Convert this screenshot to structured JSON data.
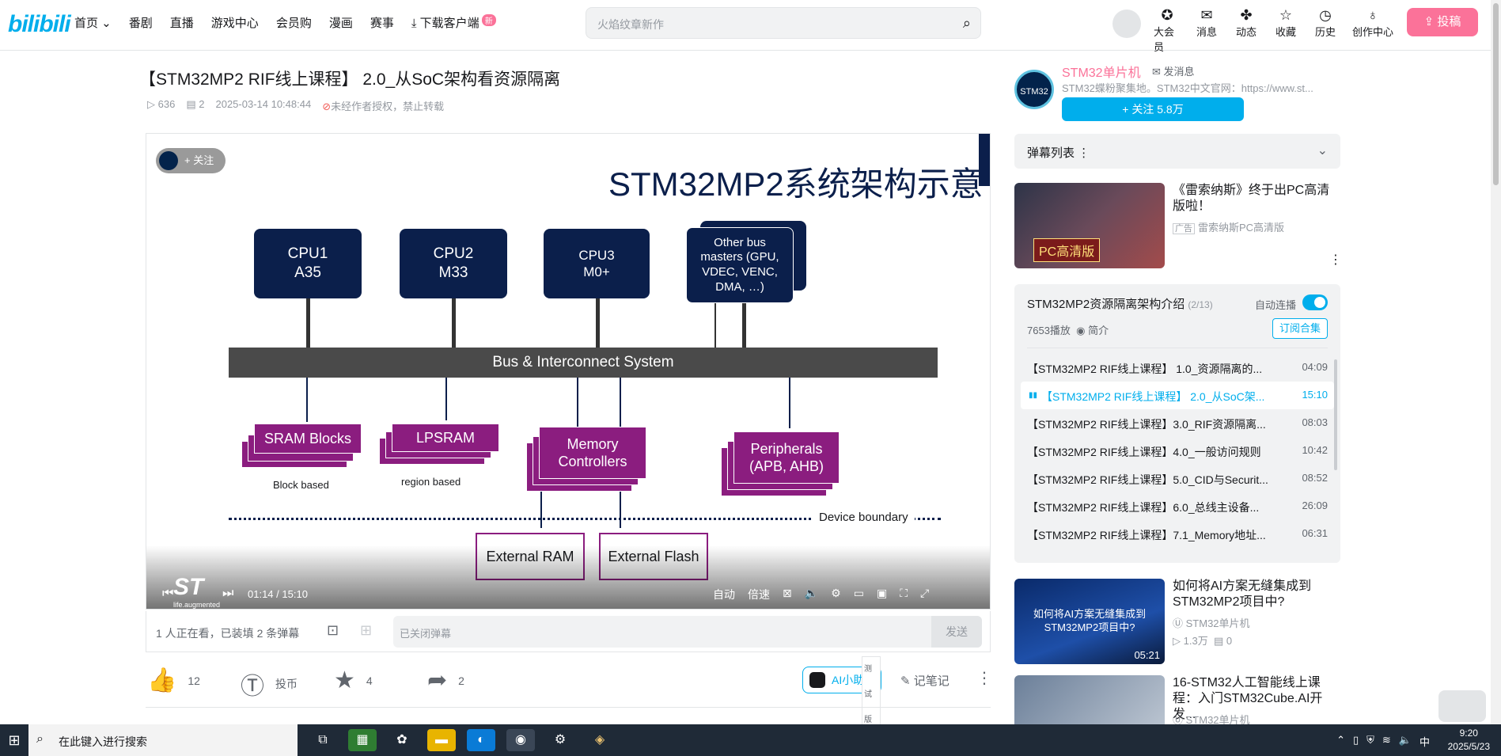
{
  "header": {
    "logo": "bilibili",
    "nav": [
      "首页",
      "番剧",
      "直播",
      "游戏中心",
      "会员购",
      "漫画",
      "赛事",
      "下载客户端"
    ],
    "nav_badge": "新",
    "search_placeholder": "火焰纹章新作",
    "right_nav": [
      "大会员",
      "消息",
      "动态",
      "收藏",
      "历史",
      "创作中心"
    ],
    "upload": "投稿"
  },
  "video": {
    "title": "【STM32MP2 RIF线上课程】 2.0_从SoC架构看资源隔离",
    "views": "636",
    "danmaku_count": "2",
    "date": "2025-03-14 10:48:44",
    "notice": "未经作者授权，禁止转载",
    "follow_chip": "+ 关注",
    "time_current": "01:14",
    "time_total": "15:10",
    "ctrl_labels": [
      "自动",
      "倍速"
    ]
  },
  "slide": {
    "title": "STM32MP2系统架构示意",
    "cpu1": "CPU1\nA35",
    "cpu2": "CPU2\nM33",
    "cpu3": "CPU3\nM0+",
    "other": "Other bus masters (GPU, VDEC, VENC, DMA, …)",
    "bus": "Bus & Interconnect System",
    "sram": "SRAM Blocks",
    "sram_cap": "Block based",
    "lpsram": "LPSRAM",
    "lpsram_cap": "region based",
    "memctrl": "Memory Controllers",
    "periph": "Peripherals (APB, AHB)",
    "boundary": "Device boundary",
    "ext_ram": "External RAM",
    "ext_flash": "External Flash",
    "st_logo": "ST",
    "st_tag": "life.augmented"
  },
  "danmaku": {
    "info": "1 人正在看，已装填 2 条弹幕",
    "placeholder": "已关闭弹幕",
    "send": "发送"
  },
  "actions": {
    "like": "12",
    "coin": "投币",
    "fav": "4",
    "share": "2",
    "ai": "AI小助手",
    "ai_tag": "测试版",
    "note": "记笔记"
  },
  "uploader": {
    "name": "STM32单片机",
    "msg": "发消息",
    "desc": "STM32蝶粉聚集地。STM32中文官网：https://www.st...",
    "follow": "+ 关注 5.8万"
  },
  "danmaku_list": {
    "title": "弹幕列表"
  },
  "ad": {
    "title": "《雷索纳斯》终于出PC高清版啦！",
    "tag": "广告",
    "sub": "雷索纳斯PC高清版",
    "badge": "PC高清版"
  },
  "playlist": {
    "title": "STM32MP2资源隔离架构介绍",
    "index": "(2/13)",
    "auto": "自动连播",
    "stats": "7653播放",
    "intro": "简介",
    "subscribe": "订阅合集",
    "items": [
      {
        "name": "【STM32MP2 RIF线上课程】 1.0_资源隔离的...",
        "dur": "04:09"
      },
      {
        "name": "【STM32MP2 RIF线上课程】 2.0_从SoC架...",
        "dur": "15:10"
      },
      {
        "name": "【STM32MP2 RIF线上课程】3.0_RIF资源隔离...",
        "dur": "08:03"
      },
      {
        "name": "【STM32MP2 RIF线上课程】4.0_一般访问规则",
        "dur": "10:42"
      },
      {
        "name": "【STM32MP2 RIF线上课程】5.0_CID与Securit...",
        "dur": "08:52"
      },
      {
        "name": "【STM32MP2 RIF线上课程】6.0_总线主设备...",
        "dur": "26:09"
      },
      {
        "name": "【STM32MP2 RIF线上课程】7.1_Memory地址...",
        "dur": "06:31"
      }
    ]
  },
  "recs": [
    {
      "title": "如何将AI方案无缝集成到STM32MP2项目中?",
      "uploader": "STM32单片机",
      "views": "1.3万",
      "danmaku": "0",
      "dur": "05:21",
      "thumb_text": "如何将AI方案无缝集成到STM32MP2项目中?"
    },
    {
      "title": "16-STM32人工智能线上课程：入门STM32Cube.AI开发...",
      "uploader": "STM32单片机"
    }
  ],
  "taskbar": {
    "search_placeholder": "在此键入进行搜索",
    "ime": "中",
    "time": "9:20",
    "date": "2025/5/23"
  },
  "colors": {
    "accent": "#00aeec",
    "pink": "#fb7299",
    "navy": "#0b1f4b",
    "magenta": "#8b1d7f"
  }
}
